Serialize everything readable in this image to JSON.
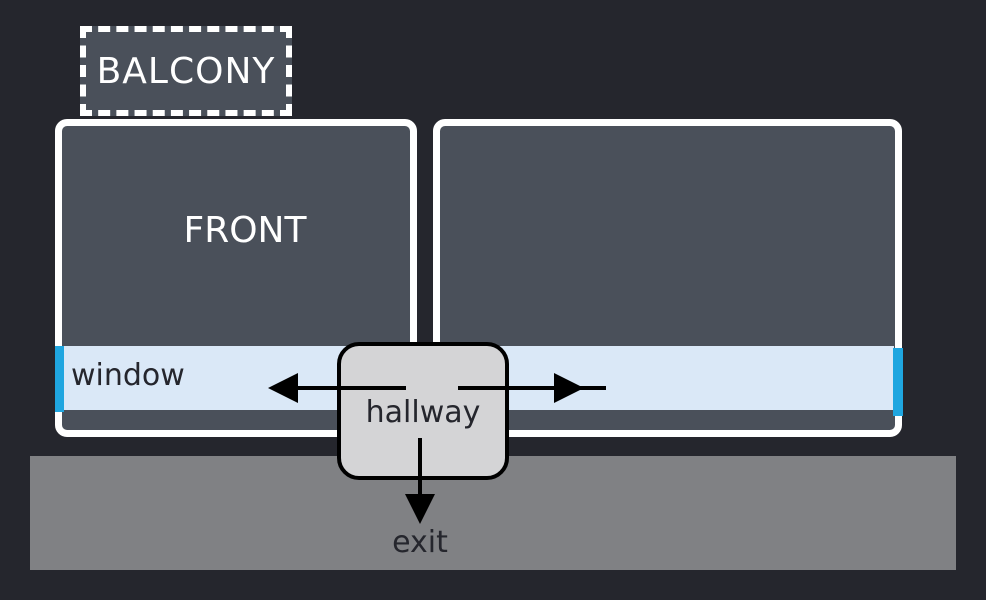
{
  "labels": {
    "balcony": "BALCONY",
    "front": "FRONT",
    "window": "window",
    "hallway": "hallway",
    "exit": "exit"
  },
  "colors": {
    "background": "#25262d",
    "room_fill": "#4a505a",
    "room_border": "#ffffff",
    "window_fill": "#dae8f7",
    "window_edge": "#1fa6e0",
    "floor": "#808184",
    "hallway_fill": "#d4d4d6",
    "arrow": "#000000"
  }
}
